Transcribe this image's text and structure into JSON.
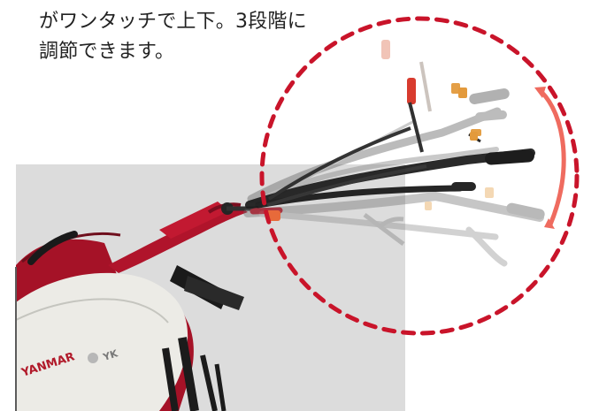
{
  "caption": {
    "line1": "がワンタッチで上下。3段階に",
    "line2": "調節できます。"
  },
  "illustration": {
    "brand_text": "YANMAR",
    "model_text": "YK",
    "colors": {
      "panel": "#dcdcdc",
      "accent_red": "#c9142a",
      "machine_red": "#a51227",
      "handle_dark": "#1f1f1f",
      "orange": "#e39a3c",
      "body_white": "#ecebe6"
    }
  }
}
